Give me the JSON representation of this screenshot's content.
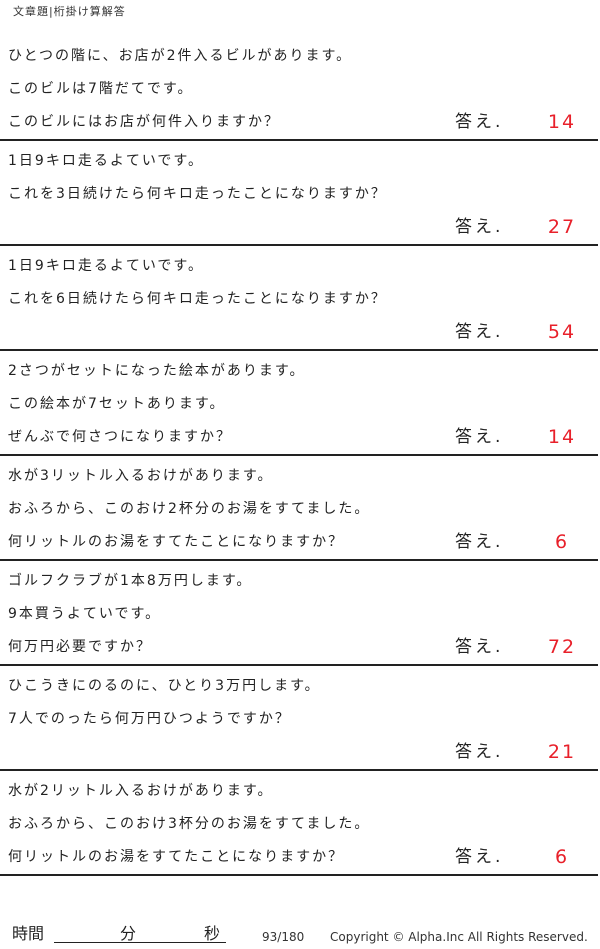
{
  "header": {
    "title": "文章題|桁掛け算解答"
  },
  "answer_label": "答え.",
  "problems": [
    {
      "lines": [
        "ひとつの階に、お店が2件入るビルがあります。",
        "このビルは7階だてです。",
        "このビルにはお店が何件入りますか？"
      ],
      "answer": "14"
    },
    {
      "lines": [
        "1日9キロ走るよていです。",
        "これを3日続けたら何キロ走ったことになりますか？",
        ""
      ],
      "answer": "27"
    },
    {
      "lines": [
        "1日9キロ走るよていです。",
        "これを6日続けたら何キロ走ったことになりますか？",
        ""
      ],
      "answer": "54"
    },
    {
      "lines": [
        "2さつがセットになった絵本があります。",
        "この絵本が7セットあります。",
        "ぜんぶで何さつになりますか？"
      ],
      "answer": "14"
    },
    {
      "lines": [
        "水が3リットル入るおけがあります。",
        "おふろから、このおけ2杯分のお湯をすてました。",
        "何リットルのお湯をすてたことになりますか？"
      ],
      "answer": "6"
    },
    {
      "lines": [
        "ゴルフクラブが1本8万円します。",
        "9本買うよていです。",
        "何万円必要ですか？"
      ],
      "answer": "72"
    },
    {
      "lines": [
        "ひこうきにのるのに、ひとり3万円します。",
        "7人でのったら何万円ひつようですか？",
        ""
      ],
      "answer": "21"
    },
    {
      "lines": [
        "水が2リットル入るおけがあります。",
        "おふろから、このおけ3杯分のお湯をすてました。",
        "何リットルのお湯をすてたことになりますか？"
      ],
      "answer": "6"
    }
  ],
  "footer": {
    "time_label": "時間",
    "minutes_label": "分",
    "seconds_label": "秒",
    "page": "93/180",
    "copyright": "Copyright ©  Alpha.Inc All Rights Reserved."
  },
  "colors": {
    "answer": "#e8202a"
  }
}
